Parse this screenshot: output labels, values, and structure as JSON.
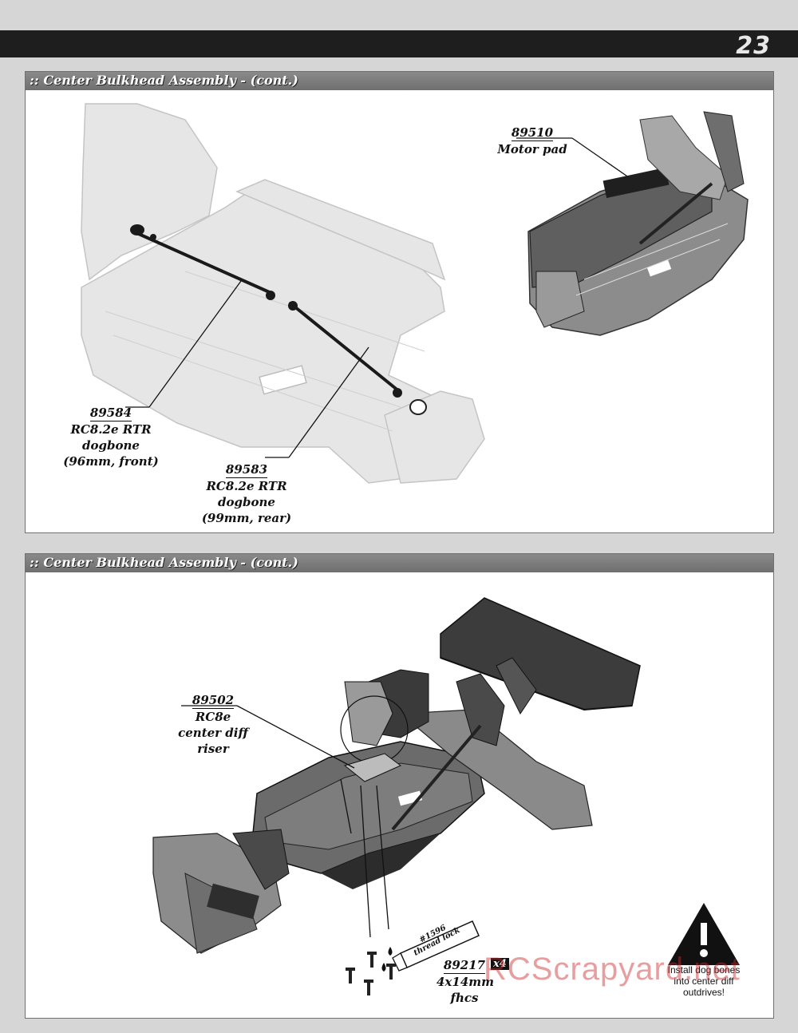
{
  "page": {
    "number": "23"
  },
  "section1": {
    "title": ":: Center Bulkhead Assembly - (cont.)",
    "labels": [
      {
        "part": "89584",
        "lines": [
          "RC8.2e RTR",
          "dogbone",
          "(96mm, front)"
        ]
      },
      {
        "part": "89583",
        "lines": [
          "RC8.2e RTR",
          "dogbone",
          "(99mm, rear)"
        ]
      },
      {
        "part": "89510",
        "lines": [
          "Motor pad"
        ]
      }
    ]
  },
  "section2": {
    "title": ":: Center Bulkhead Assembly - (cont.)",
    "labels": [
      {
        "part": "89502",
        "lines": [
          "RC8e",
          "center diff",
          "riser"
        ]
      },
      {
        "part": "89217",
        "lines": [
          "4x14mm",
          "fhcs"
        ]
      }
    ],
    "screw_qty": "x4",
    "thread_lock": [
      "#1596",
      "thread lock"
    ],
    "warning": [
      "Install dog bones",
      "into center diff",
      "outdrives!"
    ]
  },
  "watermark": "RCScrapyard.net"
}
